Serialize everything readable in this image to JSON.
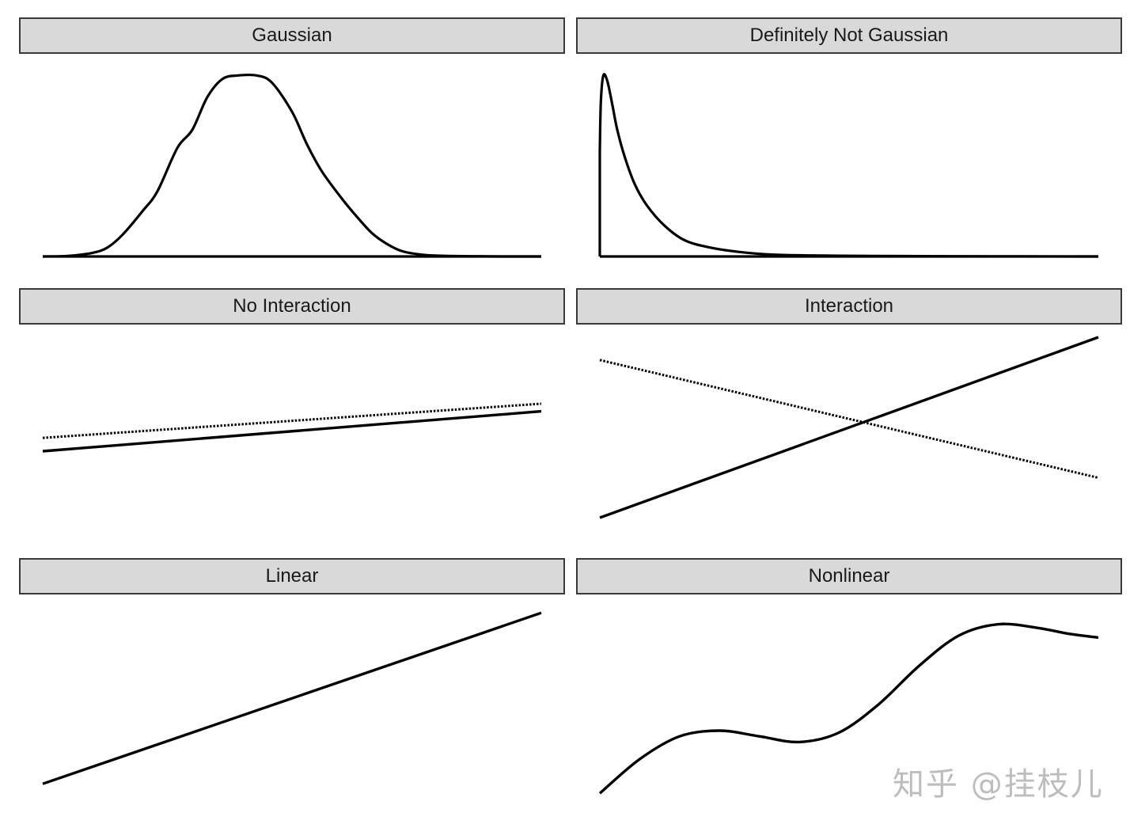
{
  "panels": [
    {
      "title": "Gaussian",
      "kind": "density",
      "xlim": [
        0,
        10
      ],
      "ylim": [
        0,
        1.05
      ],
      "x": [
        0,
        0.5,
        1,
        1.3,
        1.6,
        2,
        2.3,
        2.7,
        3,
        3.3,
        3.6,
        3.9,
        4.3,
        4.6,
        5,
        5.3,
        5.6,
        6,
        6.3,
        6.6,
        6.9,
        7.2,
        7.6,
        8,
        8.4,
        8.8,
        9.2,
        9.6,
        10
      ],
      "y": [
        0,
        0.003,
        0.02,
        0.05,
        0.12,
        0.25,
        0.36,
        0.6,
        0.7,
        0.88,
        0.98,
        1.0,
        1.0,
        0.96,
        0.8,
        0.62,
        0.47,
        0.32,
        0.22,
        0.13,
        0.07,
        0.03,
        0.01,
        0.004,
        0.002,
        0.001,
        0,
        0,
        0
      ]
    },
    {
      "title": "Definitely Not Gaussian",
      "kind": "density",
      "xlim": [
        0,
        10
      ],
      "ylim": [
        0,
        1.05
      ],
      "x": [
        0,
        0.02,
        0.07,
        0.15,
        0.25,
        0.35,
        0.5,
        0.7,
        0.95,
        1.3,
        1.7,
        2.2,
        2.8,
        3.5,
        4.5,
        5.5,
        7,
        8.5,
        10
      ],
      "y": [
        0.58,
        0.85,
        1.0,
        0.97,
        0.84,
        0.7,
        0.55,
        0.4,
        0.28,
        0.17,
        0.09,
        0.05,
        0.025,
        0.01,
        0.005,
        0.003,
        0.001,
        0.0005,
        0
      ],
      "left_edge": true
    },
    {
      "title": "No Interaction",
      "kind": "lines",
      "xlim": [
        0,
        10
      ],
      "ylim": [
        0,
        10
      ],
      "series": [
        {
          "style": "dotted",
          "x": [
            0,
            10
          ],
          "y": [
            4.7,
            6.5
          ]
        },
        {
          "style": "solid",
          "x": [
            0,
            10
          ],
          "y": [
            4.0,
            6.1
          ]
        }
      ]
    },
    {
      "title": "Interaction",
      "kind": "lines",
      "xlim": [
        0,
        10
      ],
      "ylim": [
        0,
        10
      ],
      "series": [
        {
          "style": "dotted",
          "x": [
            0,
            10
          ],
          "y": [
            8.8,
            2.6
          ]
        },
        {
          "style": "solid",
          "x": [
            0,
            10
          ],
          "y": [
            0.5,
            10
          ]
        }
      ]
    },
    {
      "title": "Linear",
      "kind": "lines",
      "xlim": [
        0,
        10
      ],
      "ylim": [
        0,
        10
      ],
      "series": [
        {
          "style": "solid",
          "x": [
            0,
            10
          ],
          "y": [
            0.7,
            9.7
          ]
        }
      ]
    },
    {
      "title": "Nonlinear",
      "kind": "lines",
      "xlim": [
        0,
        10
      ],
      "ylim": [
        0,
        10
      ],
      "series": [
        {
          "style": "solid",
          "curve": true,
          "x": [
            0,
            0.8,
            1.6,
            2.4,
            3.2,
            4,
            4.8,
            5.6,
            6.4,
            7.2,
            8,
            8.8,
            9.4,
            10
          ],
          "y": [
            0.2,
            2.0,
            3.2,
            3.5,
            3.2,
            2.9,
            3.4,
            4.9,
            6.9,
            8.5,
            9.1,
            8.9,
            8.6,
            8.4
          ]
        }
      ]
    }
  ],
  "chart_data": [
    {
      "type": "area",
      "title": "Gaussian",
      "x": [
        0,
        1,
        2,
        3,
        3.9,
        4.3,
        5,
        6,
        7,
        8,
        9,
        10
      ],
      "values": [
        0,
        0.02,
        0.25,
        0.7,
        1.0,
        1.0,
        0.8,
        0.32,
        0.05,
        0.004,
        0,
        0
      ]
    },
    {
      "type": "area",
      "title": "Definitely Not Gaussian",
      "x": [
        0,
        0.07,
        0.5,
        1,
        2,
        3,
        5,
        10
      ],
      "values": [
        0.58,
        1.0,
        0.55,
        0.26,
        0.06,
        0.02,
        0.004,
        0
      ]
    },
    {
      "type": "line",
      "title": "No Interaction",
      "series": [
        {
          "x": [
            0,
            10
          ],
          "values": [
            4.7,
            6.5
          ]
        },
        {
          "x": [
            0,
            10
          ],
          "values": [
            4.0,
            6.1
          ]
        }
      ]
    },
    {
      "type": "line",
      "title": "Interaction",
      "series": [
        {
          "x": [
            0,
            10
          ],
          "values": [
            8.8,
            2.6
          ]
        },
        {
          "x": [
            0,
            10
          ],
          "values": [
            0.5,
            10
          ]
        }
      ]
    },
    {
      "type": "line",
      "title": "Linear",
      "series": [
        {
          "x": [
            0,
            10
          ],
          "values": [
            0.7,
            9.7
          ]
        }
      ]
    },
    {
      "type": "line",
      "title": "Nonlinear",
      "series": [
        {
          "x": [
            0,
            2.4,
            4,
            5.6,
            8,
            10
          ],
          "values": [
            0.2,
            3.5,
            2.9,
            4.9,
            9.1,
            8.4
          ]
        }
      ]
    }
  ],
  "watermark": "知乎 @挂枝儿"
}
